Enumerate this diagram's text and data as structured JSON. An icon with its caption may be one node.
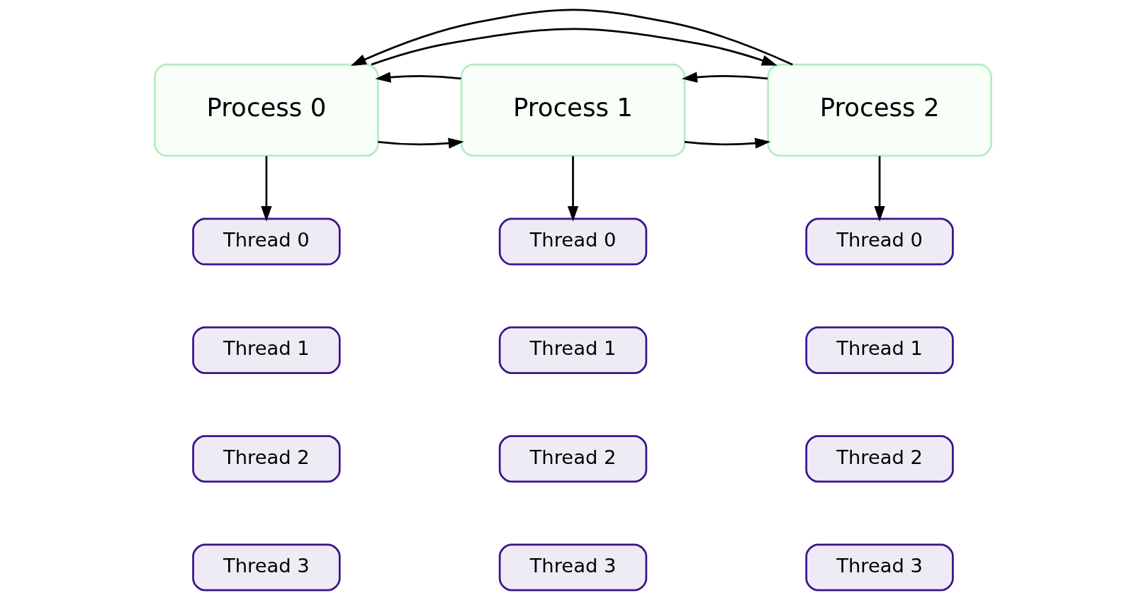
{
  "diagram": {
    "nodes": [
      {
        "text": [
          "Process 0"
        ]
      },
      {
        "text": [
          "Process 1"
        ]
      },
      {
        "text": [
          "Process 2"
        ]
      },
      {
        "text": [
          "Thread 0"
        ]
      },
      {
        "text": [
          "Thread 0"
        ]
      },
      {
        "text": [
          "Thread 0"
        ]
      },
      {
        "text": [
          "Thread 1"
        ]
      },
      {
        "text": [
          "Thread 1"
        ]
      },
      {
        "text": [
          "Thread 1"
        ]
      },
      {
        "text": [
          "Thread 2"
        ]
      },
      {
        "text": [
          "Thread 2"
        ]
      },
      {
        "text": [
          "Thread 2"
        ]
      },
      {
        "text": [
          "Thread 3"
        ]
      },
      {
        "text": [
          "Thread 3"
        ]
      },
      {
        "text": [
          "Thread 3"
        ]
      }
    ],
    "edges": [
      {
        "from": 0,
        "to": 2,
        "arrow": "to"
      },
      {
        "from": 2,
        "to": 0,
        "arrow": "to"
      },
      {
        "from": 0,
        "to": 1,
        "arrow": "to"
      },
      {
        "from": 1,
        "to": 0,
        "arrow": "to"
      },
      {
        "from": 1,
        "to": 2,
        "arrow": "to"
      },
      {
        "from": 2,
        "to": 1,
        "arrow": "to"
      },
      {
        "from": 0,
        "to": 3,
        "arrow": "to"
      },
      {
        "from": 1,
        "to": 4,
        "arrow": "to"
      },
      {
        "from": 2,
        "to": 5,
        "arrow": "to"
      }
    ]
  }
}
